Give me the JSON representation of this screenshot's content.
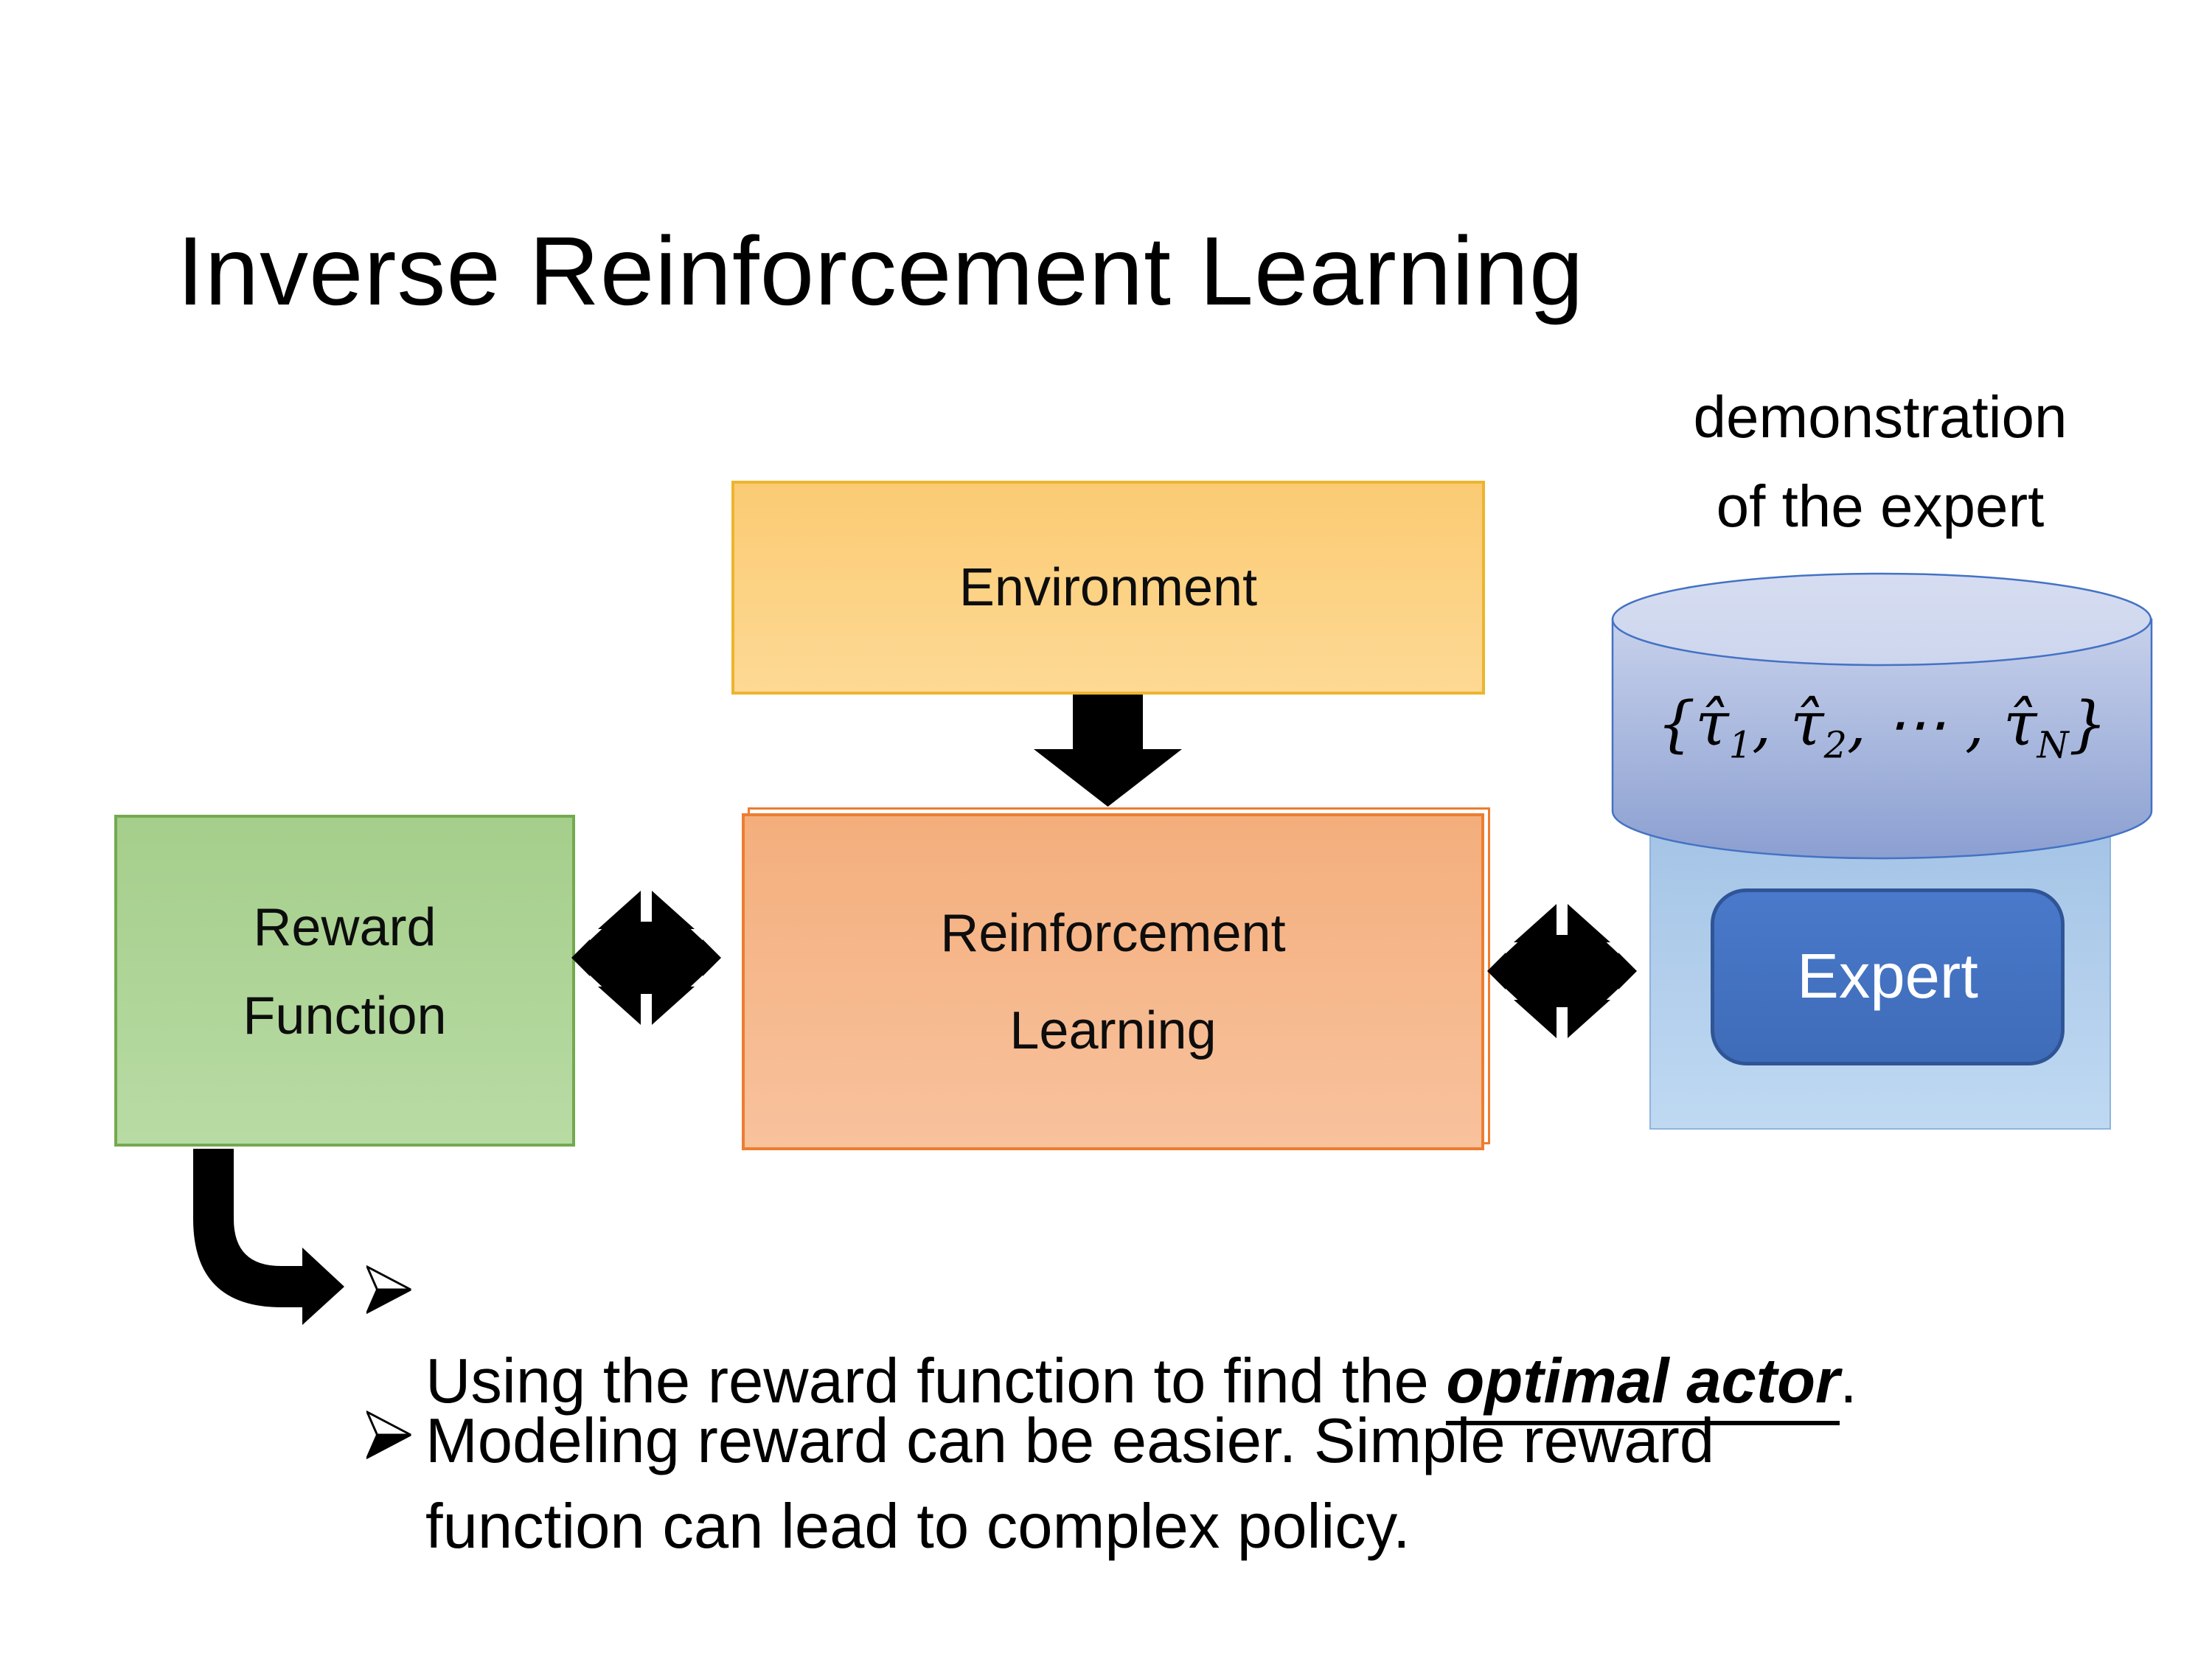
{
  "slide": {
    "title": "Inverse Reinforcement Learning"
  },
  "diagram": {
    "environment": {
      "label": "Environment"
    },
    "reward_function": {
      "line1": "Reward",
      "line2": "Function"
    },
    "reinforcement_learning": {
      "line1": "Reinforcement",
      "line2": "Learning"
    },
    "expert": {
      "label": "Expert"
    },
    "demonstration": {
      "line1": "demonstration",
      "line2": "of the expert",
      "tau": {
        "b1": "{τ̂",
        "s1": "1",
        "b2": ", τ̂",
        "s2": "2",
        "b3": ", ⋯ , τ̂",
        "s3": "N",
        "b4": "}"
      }
    },
    "icons": {
      "down_arrow": "thick black down block arrow",
      "double_arrow": "black double-headed exchange arrows",
      "elbow_arrow": "black elbow arrow pointing right"
    }
  },
  "bullets": {
    "item1": {
      "pre": "Using the reward function to find the ",
      "emphasis": "optimal actor",
      "post": "."
    },
    "item2": {
      "text": "Modeling reward can be easier. Simple reward\nfunction can lead to complex policy."
    }
  },
  "colors": {
    "env_fill_top": "#FBCB74",
    "env_fill_bottom": "#FDD994",
    "env_border": "#EDB52D",
    "green_fill_top": "#A5CE8B",
    "green_fill_bottom": "#B8DBA4",
    "green_border": "#74A94F",
    "orange_fill_top": "#F4AE7C",
    "orange_fill_bottom": "#F8C29D",
    "orange_border": "#ED7D31",
    "cyl_lid": "#CDD6EE",
    "cyl_body_top": "#C7D1EB",
    "cyl_body_bottom": "#8B9FD1",
    "cyl_border": "#4472C4",
    "lightblue_top": "#A5C4E6",
    "lightblue_bottom": "#BFD9F2",
    "lightblue_border": "#8FB4DC",
    "expert_fill": "#4472C4",
    "expert_border": "#2F5597"
  }
}
